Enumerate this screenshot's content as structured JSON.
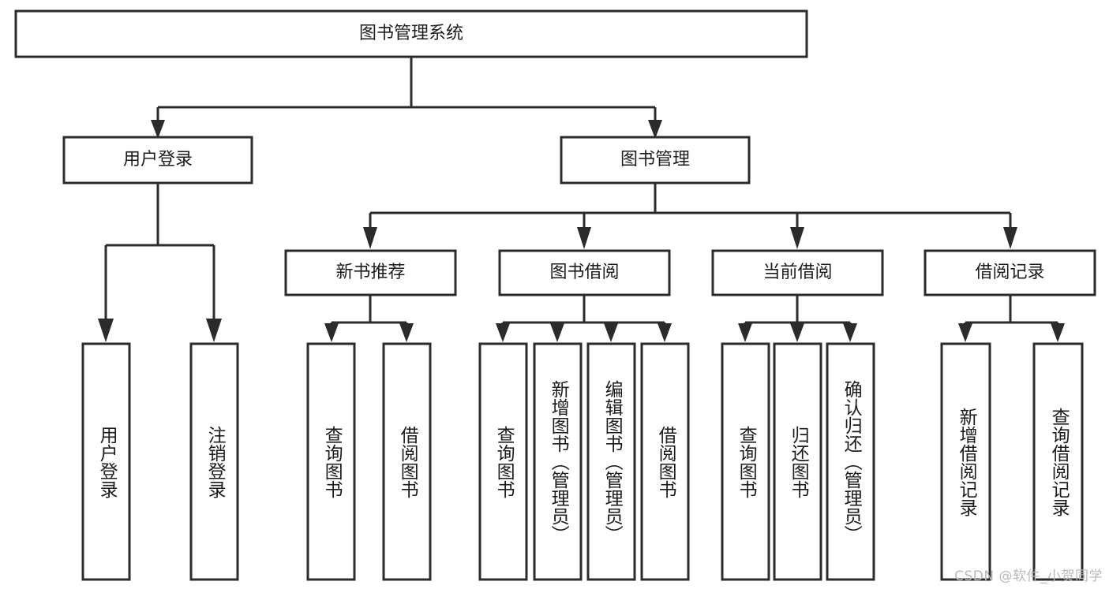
{
  "diagram": {
    "type": "hierarchy-tree",
    "title": "图书管理系统",
    "watermark": "CSDN @软件_小贺同学",
    "colors": {
      "stroke": "#2b2b2b",
      "box_fill": "#ffffff",
      "text": "#1c1c1c",
      "background": "#ffffff",
      "watermark": "#b9b9b9"
    },
    "levels": {
      "root": {
        "label": "图书管理系统"
      },
      "level2": [
        {
          "label": "用户登录"
        },
        {
          "label": "图书管理"
        }
      ],
      "level3": [
        {
          "label": "新书推荐"
        },
        {
          "label": "图书借阅"
        },
        {
          "label": "当前借阅"
        },
        {
          "label": "借阅记录"
        }
      ],
      "leaves": {
        "user_login": [
          {
            "label": "用户登录"
          },
          {
            "label": "注销登录"
          }
        ],
        "new_book_recommend": [
          {
            "label": "查询图书"
          },
          {
            "label": "借阅图书"
          }
        ],
        "book_borrow": [
          {
            "label": "查询图书"
          },
          {
            "label": "新增图书（管理员）"
          },
          {
            "label": "编辑图书（管理员）"
          },
          {
            "label": "借阅图书"
          }
        ],
        "current_borrow": [
          {
            "label": "查询图书"
          },
          {
            "label": "归还图书"
          },
          {
            "label": "确认归还（管理员）"
          }
        ],
        "borrow_record": [
          {
            "label": "新增借阅记录"
          },
          {
            "label": "查询借阅记录"
          }
        ]
      }
    }
  }
}
